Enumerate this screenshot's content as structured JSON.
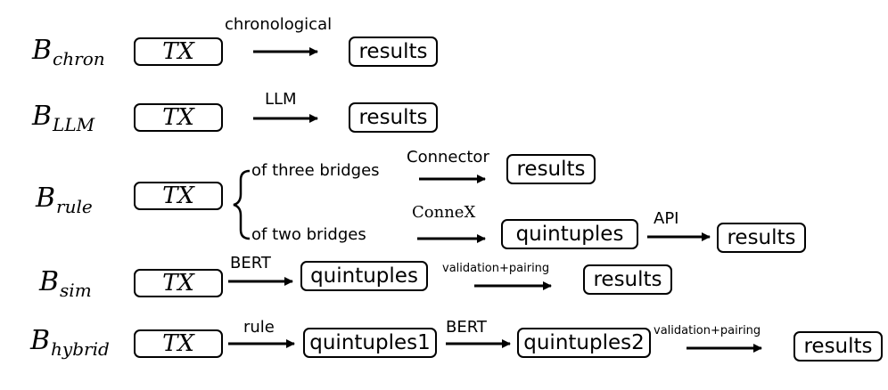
{
  "rows": {
    "chron": {
      "label_base": "B",
      "label_sub": "chron",
      "input": "TX",
      "edge_label": "chronological",
      "output": "results"
    },
    "llm": {
      "label_base": "B",
      "label_sub": "LLM",
      "input": "TX",
      "edge_label": "LLM",
      "output": "results"
    },
    "rule": {
      "label_base": "B",
      "label_sub": "rule",
      "input": "TX",
      "branch_three": "of three bridges",
      "branch_two": "of two bridges",
      "edge_connector": "Connector",
      "output_three": "results",
      "edge_connex": "ConneX",
      "intermediate": "quintuples",
      "edge_api": "API",
      "output_two": "results"
    },
    "sim": {
      "label_base": "B",
      "label_sub": "sim",
      "input": "TX",
      "edge_bert": "BERT",
      "intermediate": "quintuples",
      "edge_validation": "validation+pairing",
      "output": "results"
    },
    "hybrid": {
      "label_base": "B",
      "label_sub": "hybrid",
      "input": "TX",
      "edge_rule": "rule",
      "intermediate1": "quintuples1",
      "edge_bert": "BERT",
      "intermediate2": "quintuples2",
      "edge_validation": "validation+pairing",
      "output": "results"
    }
  }
}
